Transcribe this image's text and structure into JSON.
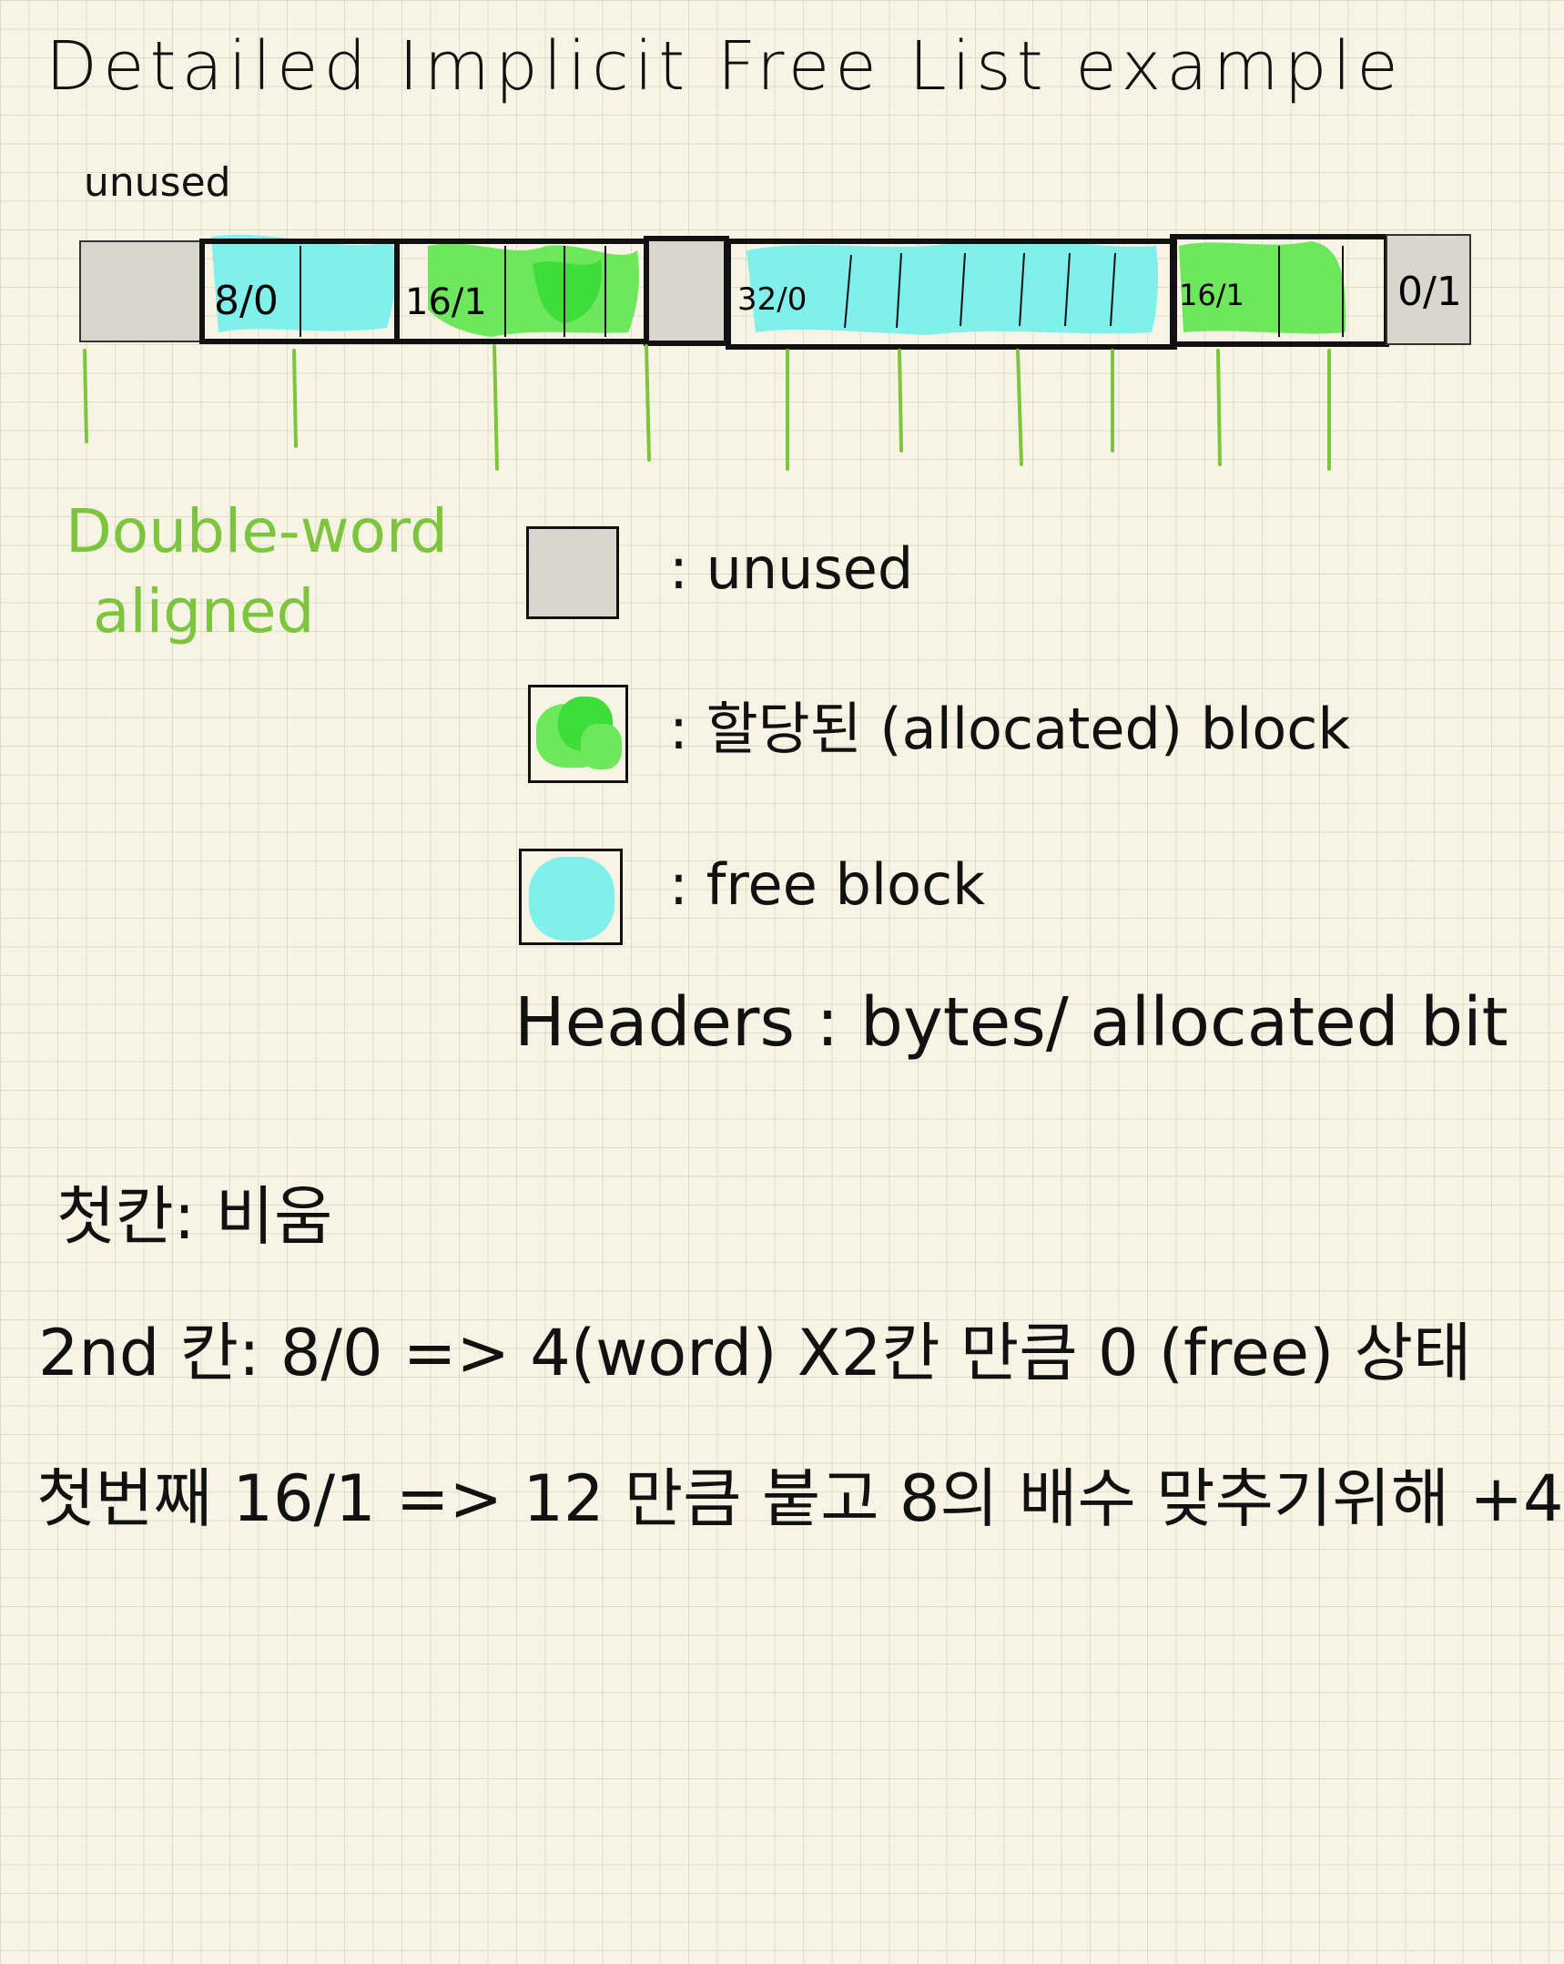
{
  "title": "Detailed Implicit Free List example",
  "top_label": "unused",
  "alignment_note": {
    "line1": "Double-word",
    "line2": "aligned"
  },
  "heap": {
    "header_labels": [
      "8/0",
      "16/1",
      "32/0",
      "16/1",
      "0/1"
    ]
  },
  "legend": {
    "unused": ": unused",
    "allocated": ": 할당된 (allocated) block",
    "free": ": free block"
  },
  "headers_note": "Headers : bytes/ allocated bit",
  "notes": [
    "첫칸: 비움",
    "2nd 칸: 8/0 => 4(word) X2칸 만큼 0 (free) 상태",
    "첫번째 16/1 => 12 만큼 붙고 8의 배수 맞추기위해 +4"
  ],
  "colors": {
    "free": "#7ff0ec",
    "allocated": "#6de85c",
    "unused": "#d9d7cd",
    "alignment_lines": "#7cc53c"
  }
}
